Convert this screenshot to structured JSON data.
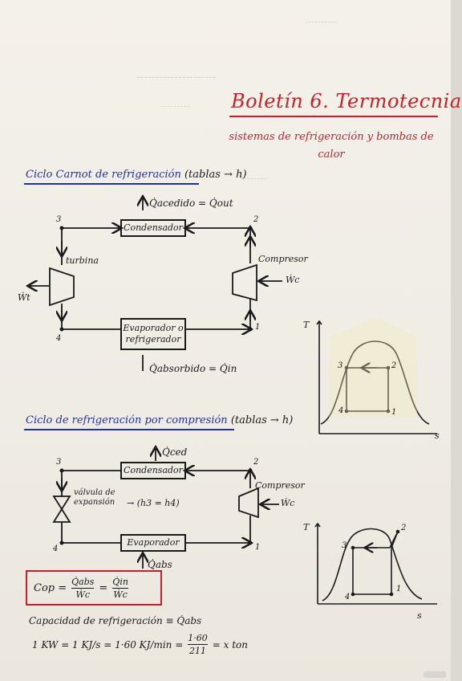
{
  "title": "Boletín 6. Termotecnia",
  "subtitle": "sistemas de refrigeración y bombas de calor",
  "section1": {
    "heading": "Ciclo Carnot de refrigeración",
    "suffix": "(tablas → h)",
    "q_top": "Q̇acedido = Q̇out",
    "condenser": "Condensador",
    "turbine": "turbina",
    "compressor": "Compresor",
    "evaporator": "Evaporador o refrigerador",
    "q_bottom": "Q̇absorbido = Q̇in",
    "wt": "Ẇt",
    "wc": "Ẇc",
    "n1": "1",
    "n2": "2",
    "n3": "3",
    "n4": "4"
  },
  "ts1": {
    "T": "T",
    "s": "s",
    "n1": "1",
    "n2": "2",
    "n3": "3",
    "n4": "4"
  },
  "section2": {
    "heading": "Ciclo de refrigeración por compresión",
    "suffix": "(tablas → h)",
    "q_top": "Q̇ced",
    "condenser": "Condensador",
    "valve": "válvula de expansión",
    "valve_rel": "→ (h3 = h4)",
    "compressor": "Compresor",
    "evaporator": "Evaporador",
    "q_bottom": "Q̇abs",
    "wc": "Ẇc",
    "n1": "1",
    "n2": "2",
    "n3": "3",
    "n4": "4"
  },
  "ts2": {
    "T": "T",
    "s": "s",
    "n1": "1",
    "n2": "2",
    "n3": "3",
    "n4": "4"
  },
  "cop": {
    "label": "Cop =",
    "num1": "Q̇abs",
    "den1": "Ẇc",
    "eq": "=",
    "num2": "Q̇in",
    "den2": "Ẇc"
  },
  "capacity": {
    "line1": "Capacidad de refrigeración ≡ Q̇abs",
    "line2_a": "1 KW = 1 KJ/s = 1·60 KJ/min =",
    "line2_num": "1·60",
    "line2_den": "211",
    "line2_b": "= x ton"
  },
  "colors": {
    "red": "#c8202a",
    "blue": "#22309a",
    "ink": "#1a1a1a"
  }
}
